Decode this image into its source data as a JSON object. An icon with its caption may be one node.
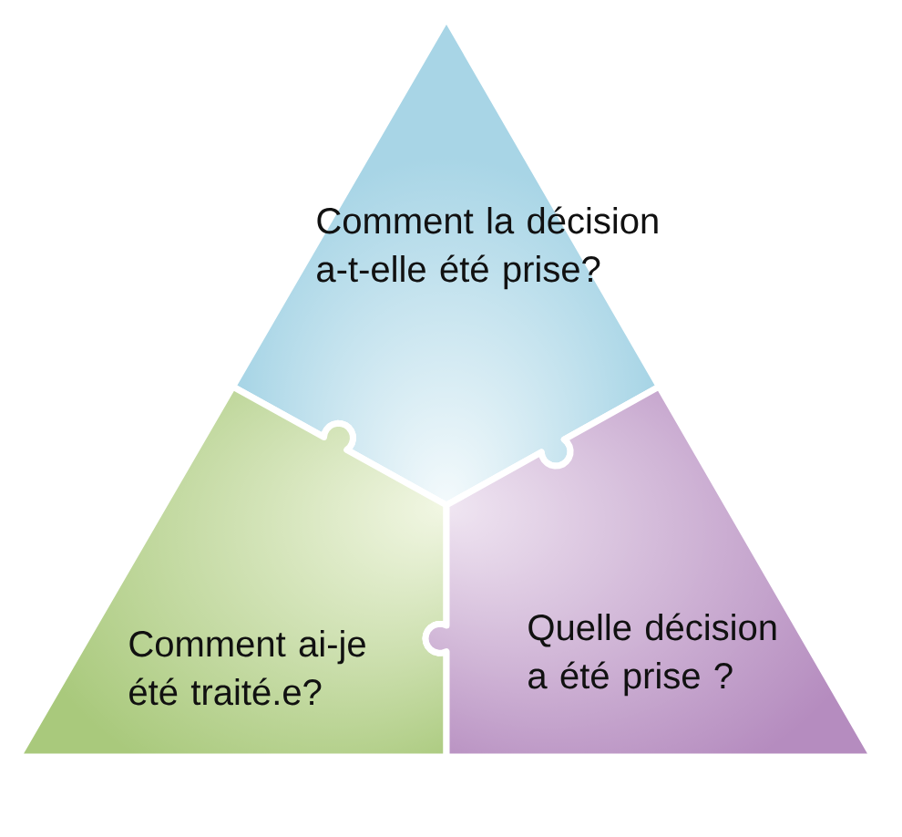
{
  "diagram": {
    "nodes": [
      {
        "text": [
          "Comment la décision a-t-elle été prise?"
        ]
      },
      {
        "text": [
          "Comment ai-je été traité.e?"
        ]
      },
      {
        "text": [
          "Quelle décision a été prise ?"
        ]
      }
    ]
  }
}
